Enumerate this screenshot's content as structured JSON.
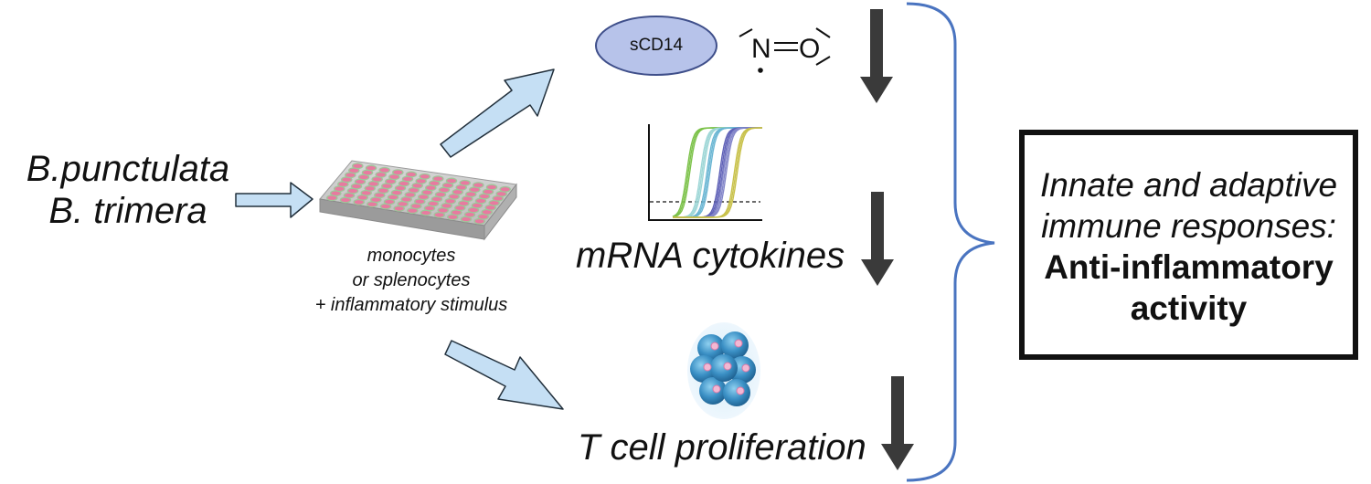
{
  "input": {
    "species": [
      "B.punctulata",
      "B. trimera"
    ]
  },
  "culture": {
    "lines": [
      "monocytes",
      "or splenocytes",
      "+ inflammatory stimulus"
    ]
  },
  "readouts": {
    "scd14_label": "sCD14",
    "nitric_oxide_formula": "N=O",
    "mrna_label": "mRNA cytokines",
    "tcell_label": "T cell proliferation"
  },
  "result": {
    "line1": "Innate and adaptive",
    "line2": "immune responses:",
    "line3": "Anti-inflammatory",
    "line4": "activity"
  },
  "colors": {
    "arrow_fill": "#c5dff4",
    "arrow_stroke": "#22303c",
    "ellipse_fill": "#b7c3ea",
    "ellipse_stroke": "#3f4f8a",
    "brace": "#4a74c0",
    "down_arrow": "#3a3a3a",
    "well_pink": "#e87aa0",
    "well_green": "#9fc59a",
    "cell_blue": "#3a8fc4",
    "curve_colors": [
      "#7cc24a",
      "#9dd6d6",
      "#6bb6d3",
      "#5f61b7",
      "#8386c9",
      "#c8c14a"
    ]
  }
}
